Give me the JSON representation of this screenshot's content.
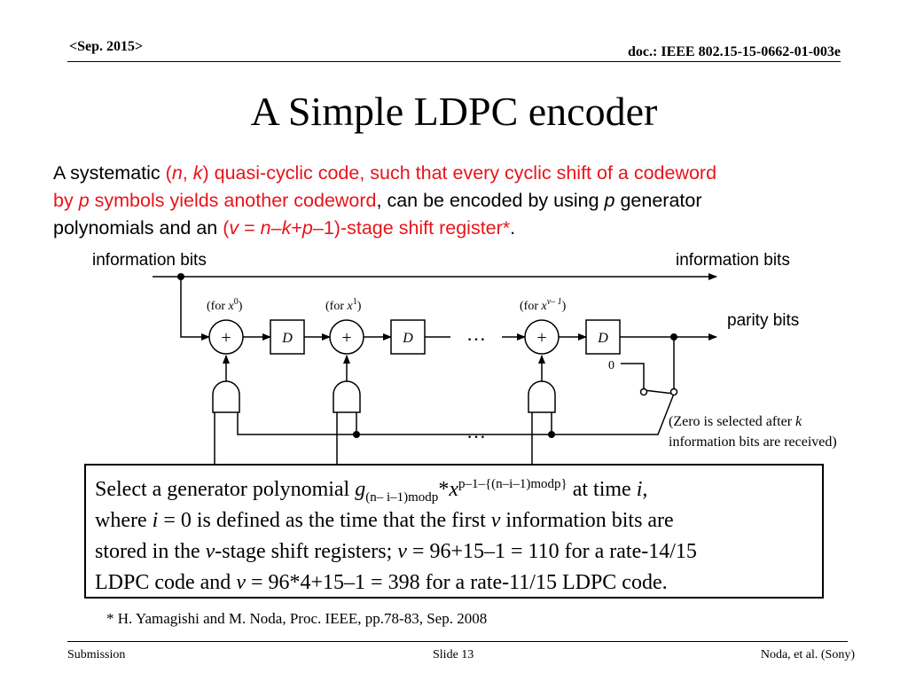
{
  "header": {
    "date": "<Sep. 2015>",
    "doc": "doc.: IEEE 802.15-15-0662-01-003e"
  },
  "title": "A Simple LDPC encoder",
  "intro": {
    "l1_a": "A systematic ",
    "l1_b": "(",
    "l1_n": "n",
    "l1_c": ", ",
    "l1_k": "k",
    "l1_d": ") quasi-cyclic code, such that every cyclic shift of a codeword",
    "l2_a": "by ",
    "l2_p": "p",
    "l2_b": " symbols yields another codeword",
    "l2_c": ", can be encoded by using ",
    "l2_p2": "p",
    "l2_d": " generator",
    "l3_a": "polynomials and an ",
    "l3_b": "(",
    "l3_v": "v",
    "l3_c": " = ",
    "l3_n": "n",
    "l3_d": "–",
    "l3_k": "k",
    "l3_e": "+",
    "l3_p": "p",
    "l3_f": "–1)-stage shift register*",
    "l3_g": "."
  },
  "diagram": {
    "info_bits_left": "information bits",
    "info_bits_right": "information bits",
    "parity_bits": "parity bits",
    "adder_symbol": "+",
    "delay_symbol": "D",
    "ellipsis": "…",
    "zero": "0",
    "for0_a": "(for ",
    "for0_x": "x",
    "for0_sup": "0",
    "for0_b": ")",
    "for1_a": "(for ",
    "for1_x": "x",
    "for1_sup": "1",
    "for1_b": ")",
    "forv_a": "(for ",
    "forv_x": "x",
    "forv_sup": "v– 1",
    "forv_b": ")",
    "note_l1_a": "(Zero is selected after ",
    "note_l1_k": "k",
    "note_l2": "information bits are received)"
  },
  "box": {
    "l1_a": "Select a generator polynomial ",
    "l1_g": "g",
    "l1_sub": "(n– i–1)modp",
    "l1_b": "*",
    "l1_x": "x",
    "l1_sup": "p–1–{(n–i–1)modp}",
    "l1_c": " at time ",
    "l1_i": "i",
    "l1_d": ",",
    "l2_a": "where ",
    "l2_i": "i",
    "l2_b": " = 0 is defined as the time that the first ",
    "l2_v": "v",
    "l2_c": " information bits are",
    "l3_a": "stored in the ",
    "l3_v": "v",
    "l3_b": "-stage shift registers; ",
    "l3_v2": "v",
    "l3_c": " = 96+15–1 = 110 for a rate-14/15",
    "l4_a": "LDPC code and ",
    "l4_v": "v",
    "l4_b": " = 96*4+15–1 = 398 for a rate-11/15 LDPC code."
  },
  "reference": "* H. Yamagishi and M. Noda, Proc. IEEE, pp.78-83, Sep. 2008",
  "footer": {
    "left": "Submission",
    "center": "Slide 13",
    "right": "Noda, et al. (Sony)"
  }
}
